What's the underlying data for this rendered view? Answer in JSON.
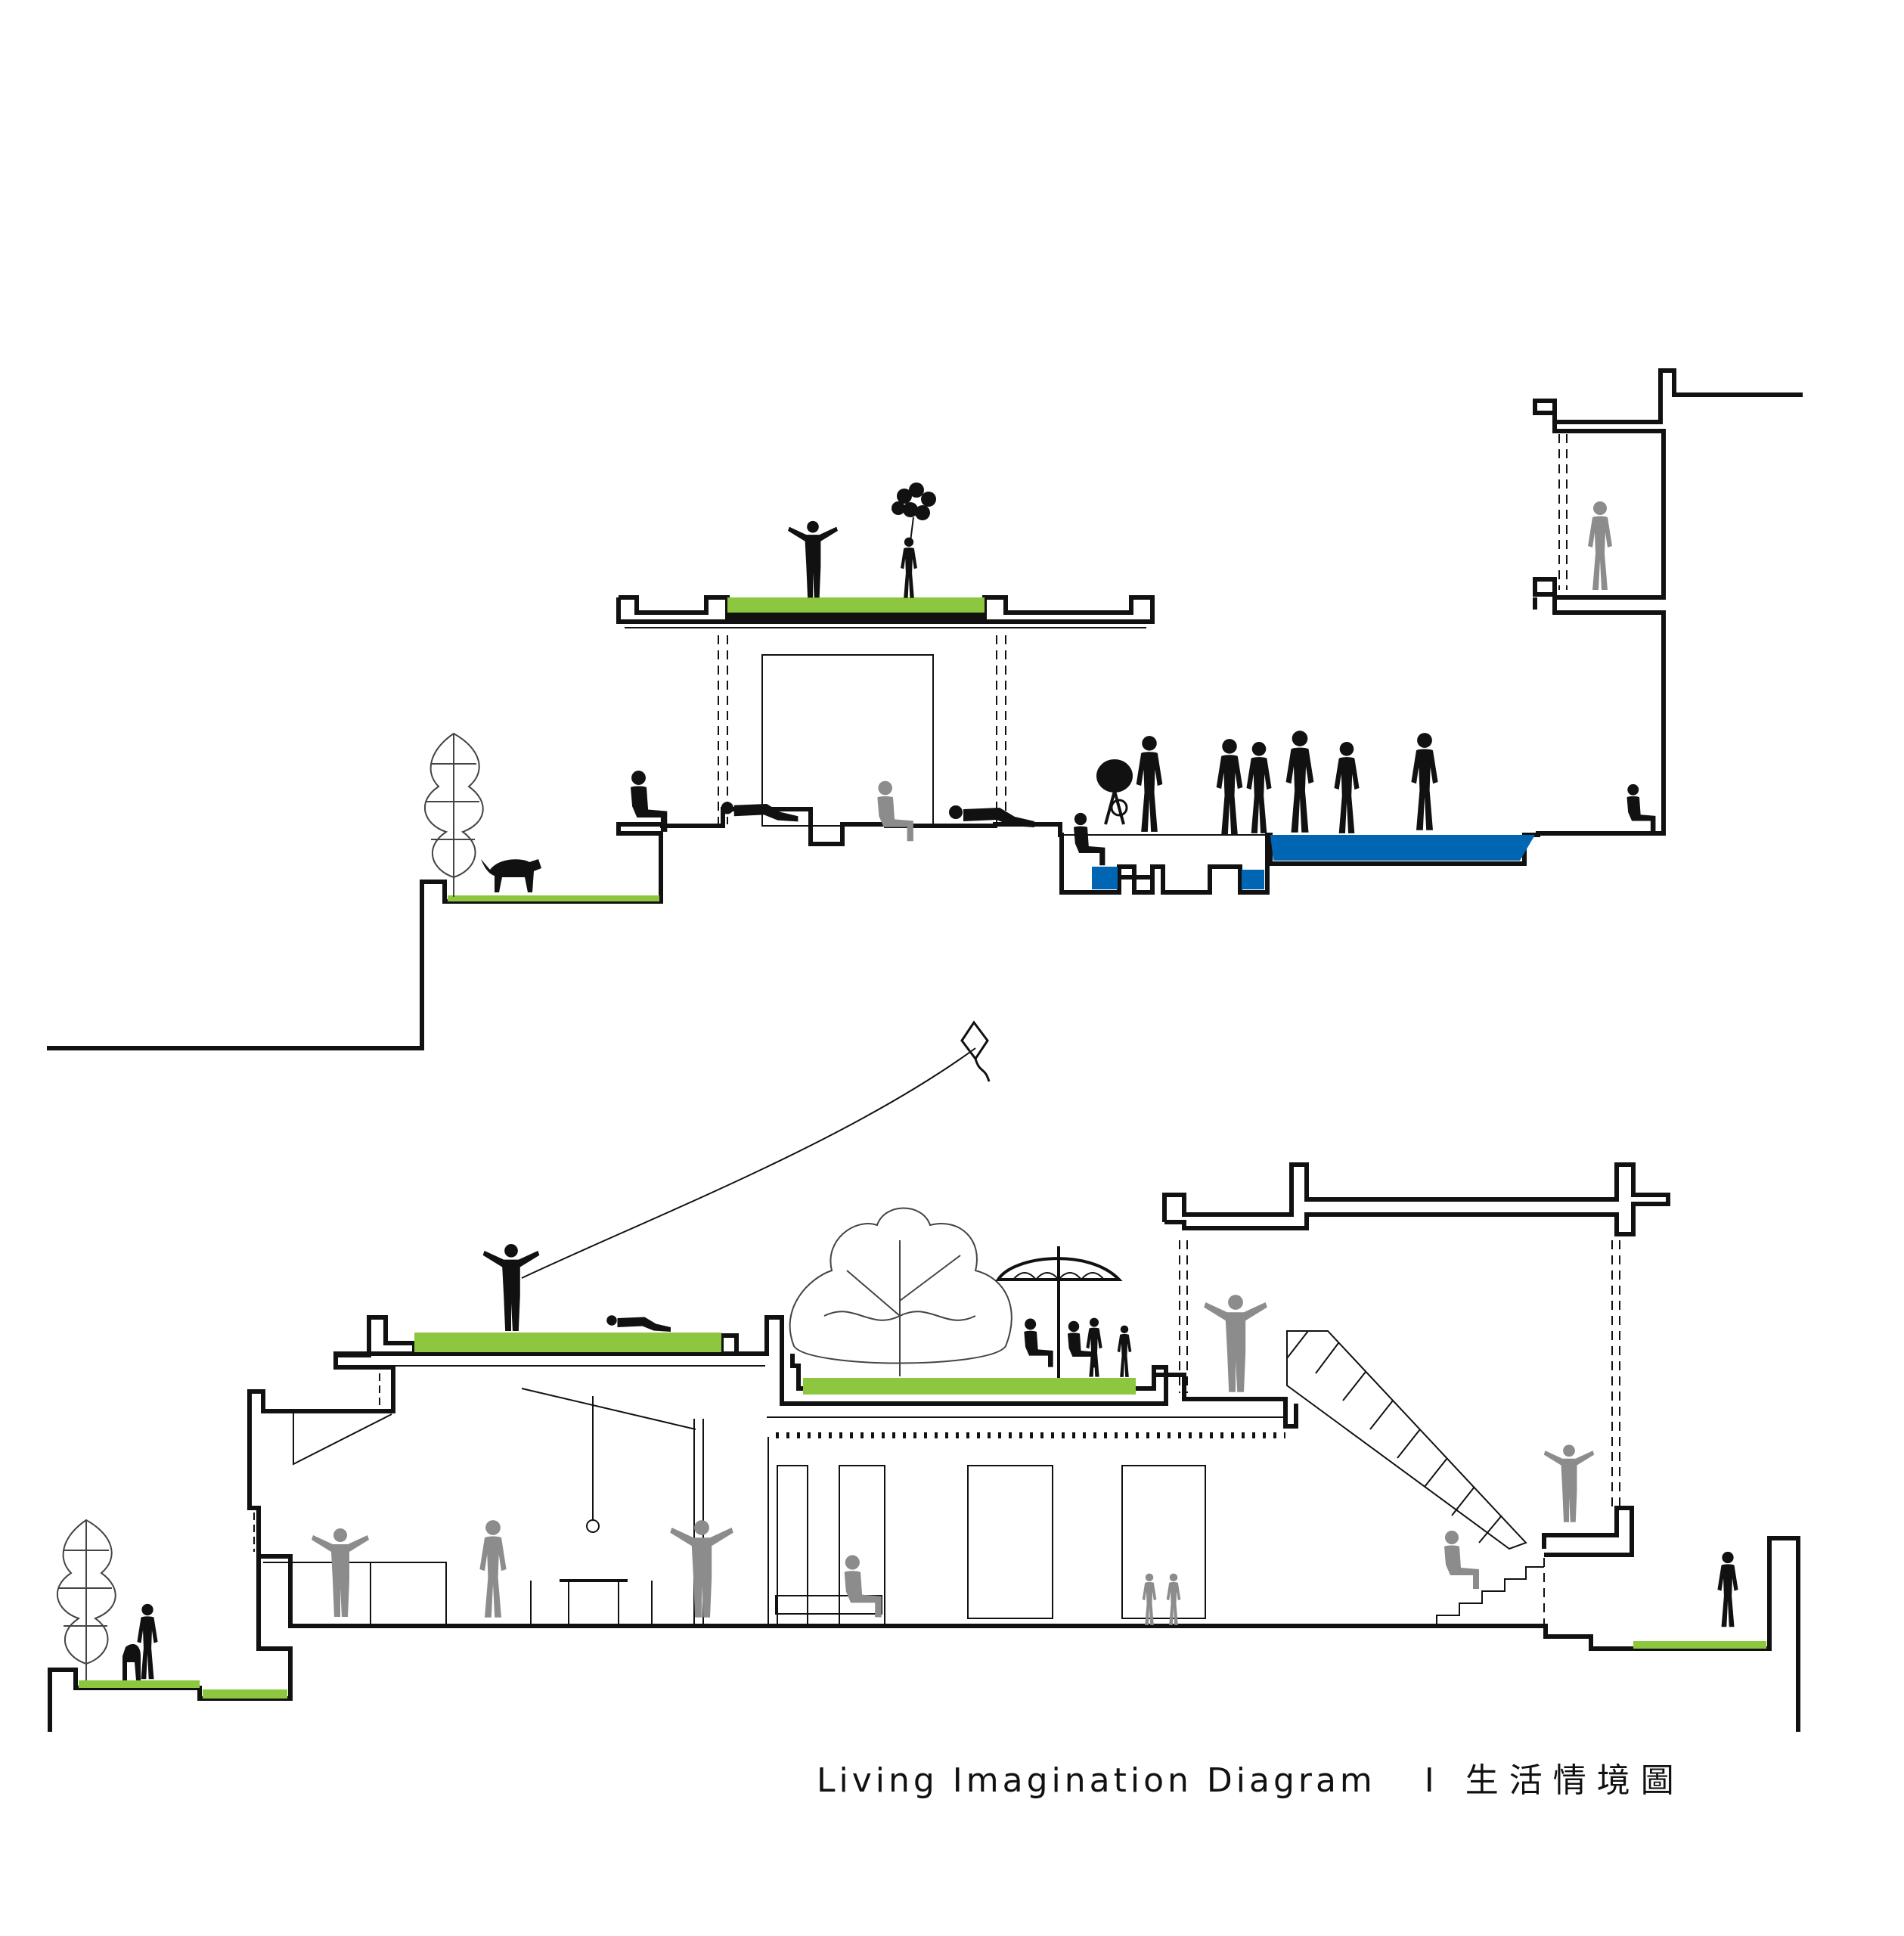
{
  "caption": {
    "title": "Living Imagination Diagram",
    "separator": "I",
    "title_zh": "生活情境圖"
  },
  "colors": {
    "line": "#111111",
    "grass": "#8dc63f",
    "water": "#0066b3",
    "figure_dark": "#111111",
    "figure_grey": "#8c8c8c",
    "background": "#ffffff"
  },
  "sections": [
    {
      "name": "upper-section",
      "features": [
        "green-roof",
        "pool",
        "terraces",
        "stair-tower"
      ]
    },
    {
      "name": "lower-section",
      "features": [
        "green-roof",
        "courtyard",
        "stair",
        "interior-living"
      ]
    }
  ],
  "icons": [
    "tree-icon",
    "dog-icon",
    "balloons-icon",
    "kite-icon",
    "umbrella-icon",
    "grill-icon",
    "person-icon"
  ]
}
